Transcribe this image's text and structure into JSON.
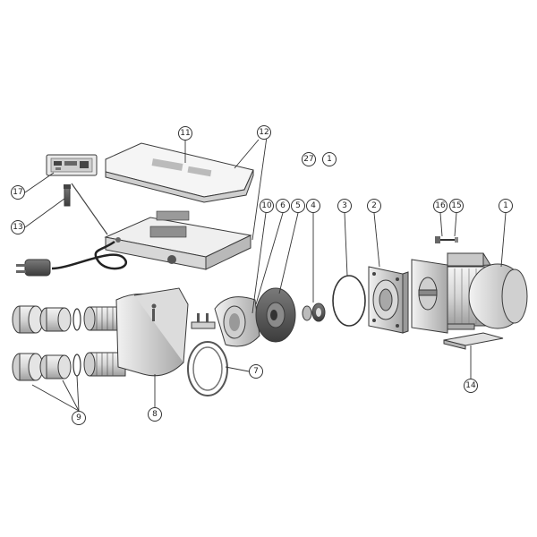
{
  "callouts": {
    "p1a": "1",
    "p1b": "1",
    "p2": "2",
    "p3": "3",
    "p4": "4",
    "p5": "5",
    "p6": "6",
    "p7": "7",
    "p8": "8",
    "p9": "9",
    "p10": "10",
    "p11": "11",
    "p12": "12",
    "p13": "13",
    "p14": "14",
    "p15": "15",
    "p16": "16",
    "p17": "17",
    "p27": "27"
  },
  "colors": {
    "line": "#333333",
    "part_fill": "#eeeeee",
    "part_shade": "#bdbdbd",
    "dark": "#555555"
  }
}
